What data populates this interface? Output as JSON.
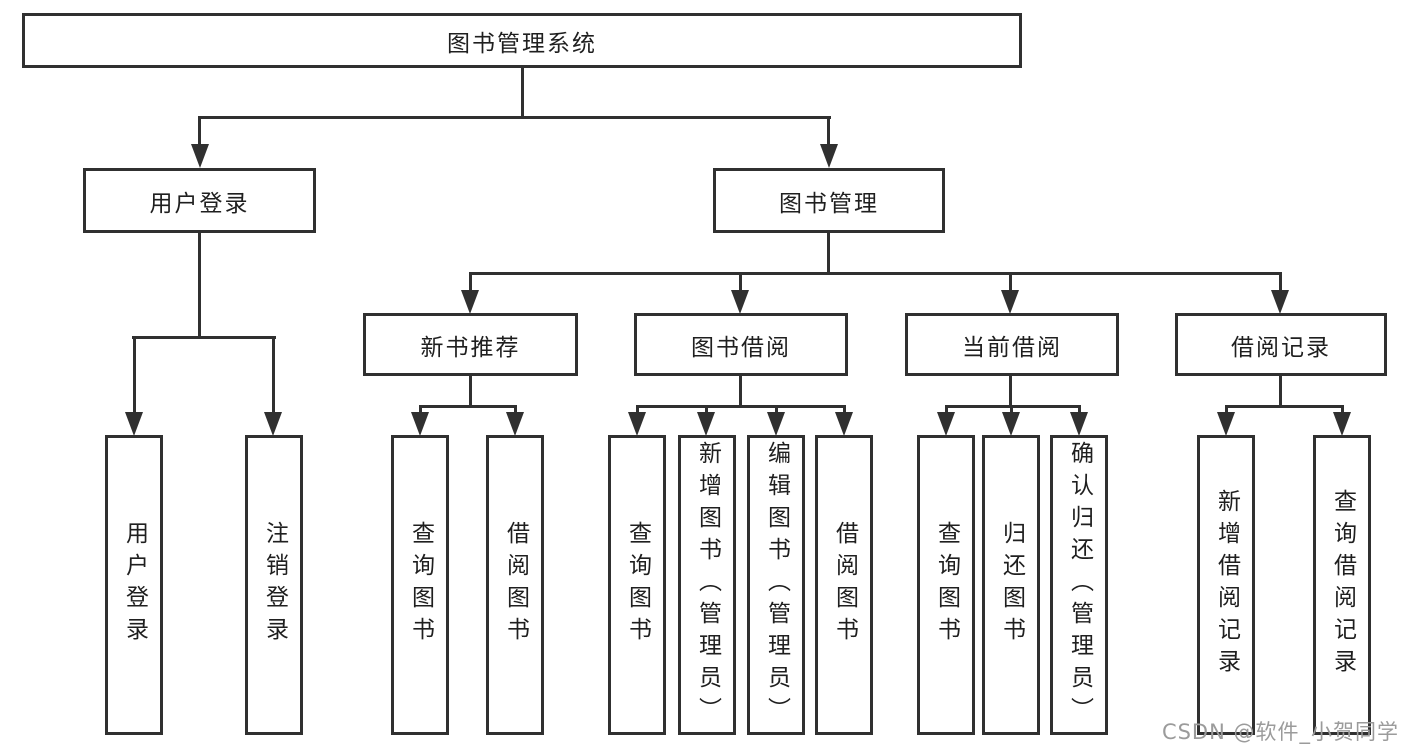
{
  "diagram": {
    "root": {
      "label": "图书管理系统"
    },
    "branches": [
      {
        "label": "用户登录",
        "children": [
          {
            "label": "用户登录"
          },
          {
            "label": "注销登录"
          }
        ]
      },
      {
        "label": "图书管理",
        "children": [
          {
            "label": "新书推荐",
            "children": [
              {
                "label": "查询图书"
              },
              {
                "label": "借阅图书"
              }
            ]
          },
          {
            "label": "图书借阅",
            "children": [
              {
                "label": "查询图书"
              },
              {
                "label": "新增图书（管理员）"
              },
              {
                "label": "编辑图书（管理员）"
              },
              {
                "label": "借阅图书"
              }
            ]
          },
          {
            "label": "当前借阅",
            "children": [
              {
                "label": "查询图书"
              },
              {
                "label": "归还图书"
              },
              {
                "label": "确认归还（管理员）"
              }
            ]
          },
          {
            "label": "借阅记录",
            "children": [
              {
                "label": "新增借阅记录"
              },
              {
                "label": "查询借阅记录"
              }
            ]
          }
        ]
      }
    ]
  },
  "watermark": {
    "text": "CSDN @软件_小贺同学"
  },
  "colors": {
    "line": "#303030",
    "text": "#1f1f1f",
    "background": "#ffffff",
    "watermark": "#9b9b9b"
  }
}
